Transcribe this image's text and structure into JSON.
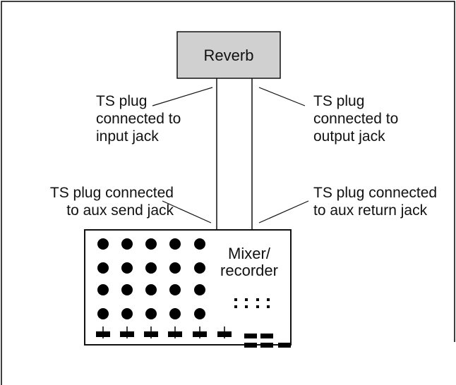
{
  "diagram": {
    "reverb_label": "Reverb",
    "mixer_label_line1": "Mixer/",
    "mixer_label_line2": "recorder",
    "callouts": {
      "input": [
        "TS plug",
        "connected to",
        "input jack"
      ],
      "output": [
        "TS plug",
        "connected to",
        "output jack"
      ],
      "aux_send": [
        "TS plug connected",
        "to aux send jack"
      ],
      "aux_return": [
        "TS plug connected",
        "to aux return jack"
      ]
    },
    "colors": {
      "reverb_fill": "#d0d0d0",
      "line": "#111111",
      "knob": "#000000",
      "frame": "#000000"
    }
  }
}
